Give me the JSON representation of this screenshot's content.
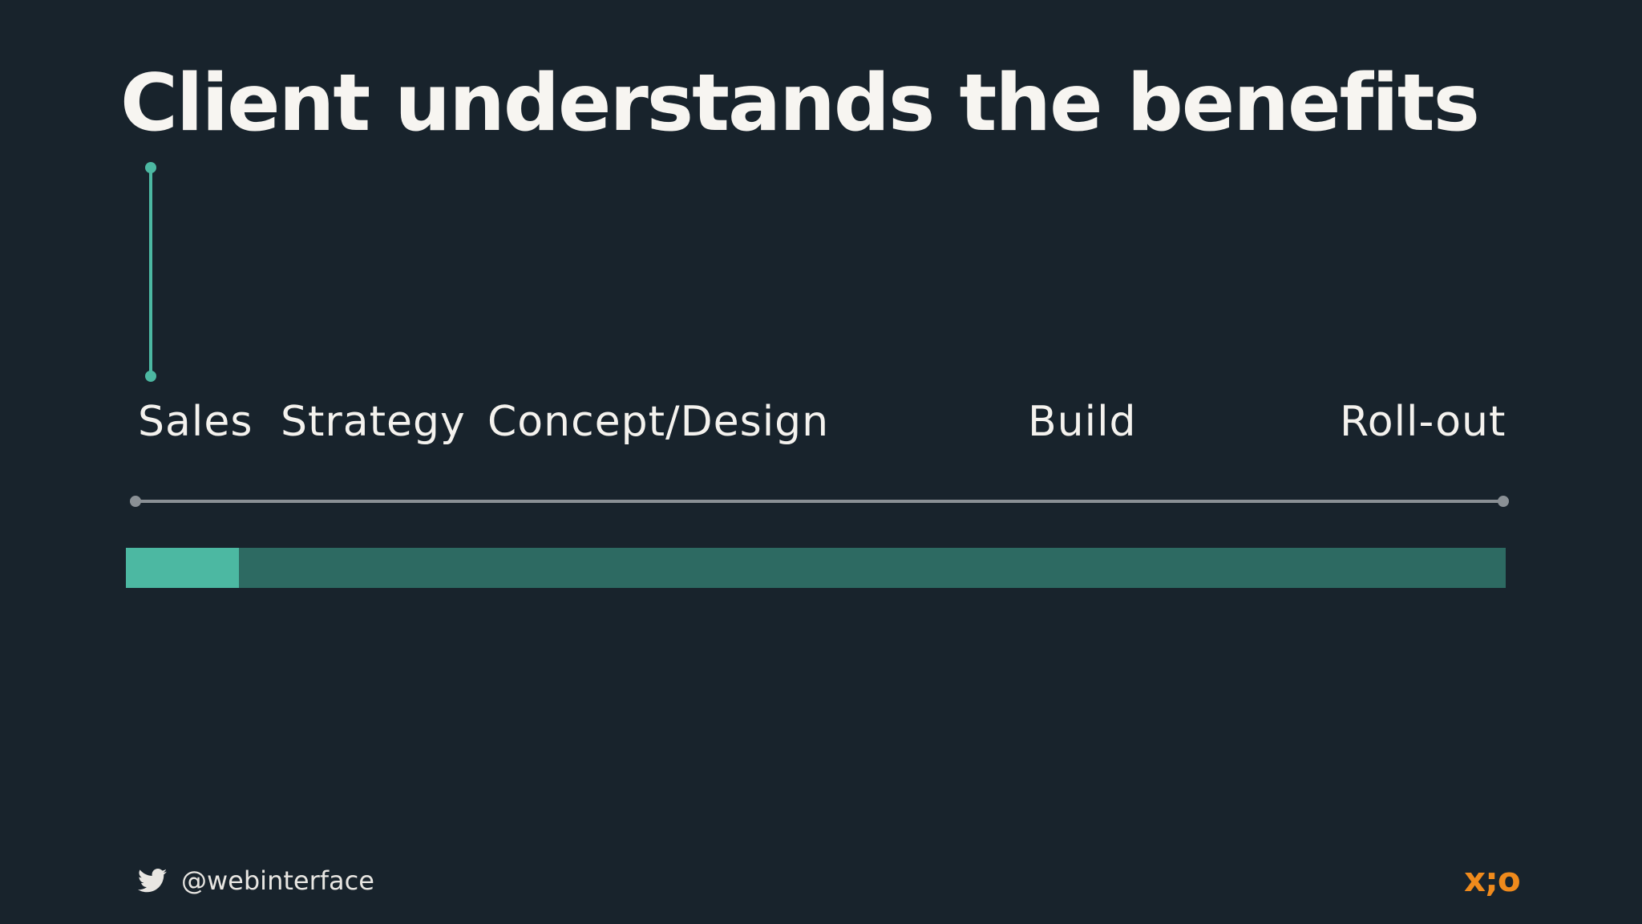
{
  "slide": {
    "title": "Client understands the benefits",
    "phases": [
      "Sales",
      "Strategy",
      "Concept/Design",
      "Build",
      "Roll-out"
    ],
    "progress_fraction": 0.082
  },
  "footer": {
    "handle": "@webinterface",
    "handle_icon": "twitter-bird-icon",
    "logo_text": "x;o"
  },
  "colors": {
    "background": "#18232c",
    "accent": "#4cb8a2",
    "progress_track": "#2d6a62",
    "timeline": "#8a9095",
    "logo": "#ef8a1c",
    "text": "#f4f2ee"
  }
}
